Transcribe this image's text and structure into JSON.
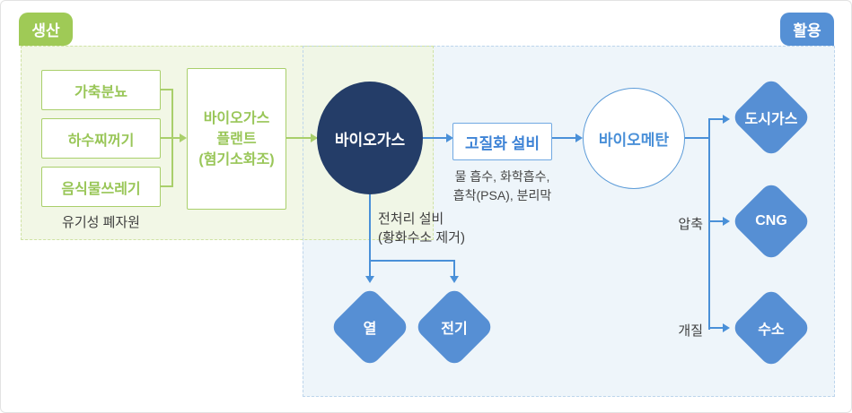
{
  "badges": {
    "production": {
      "label": "생산",
      "color": "#9fca56"
    },
    "utilization": {
      "label": "활용",
      "color": "#5590d5"
    }
  },
  "regions": {
    "production": {
      "bg": "#f2f7e8",
      "border": "#cfe2a4"
    },
    "utilization": {
      "bg": "#eef5fa",
      "border": "#bdd5ec"
    }
  },
  "sources": {
    "items": [
      {
        "label": "가축분뇨"
      },
      {
        "label": "하수찌꺼기"
      },
      {
        "label": "음식물쓰레기"
      }
    ],
    "caption": "유기성 폐자원",
    "border_color": "#a9cf6b",
    "text_color": "#99c658"
  },
  "plant": {
    "lines": [
      "바이오가스",
      "플랜트",
      "(혐기소화조)"
    ]
  },
  "biogas": {
    "label": "바이오가스",
    "fill": "#243d68"
  },
  "upgrading": {
    "label": "고질화 설비",
    "methods": [
      "물 흡수, 화학흡수,",
      "흡착(PSA), 분리막"
    ],
    "border_color": "#70a8e2",
    "text_color": "#3e83d6"
  },
  "pretreatment": {
    "lines": [
      "전처리 설비",
      "(황화수소 제거)"
    ]
  },
  "biomethane": {
    "label": "바이오메탄",
    "border_color": "#5b9bd8",
    "text_color": "#4a90d8"
  },
  "bottom_outputs": [
    {
      "label": "열"
    },
    {
      "label": "전기"
    }
  ],
  "right_outputs": [
    {
      "label": "도시가스",
      "process": ""
    },
    {
      "label": "CNG",
      "process": "압축"
    },
    {
      "label": "수소",
      "process": "개질"
    }
  ],
  "diamond_fill": "#568fd4",
  "line_colors": {
    "green": "#a9cf6b",
    "blue": "#4a90d8"
  }
}
